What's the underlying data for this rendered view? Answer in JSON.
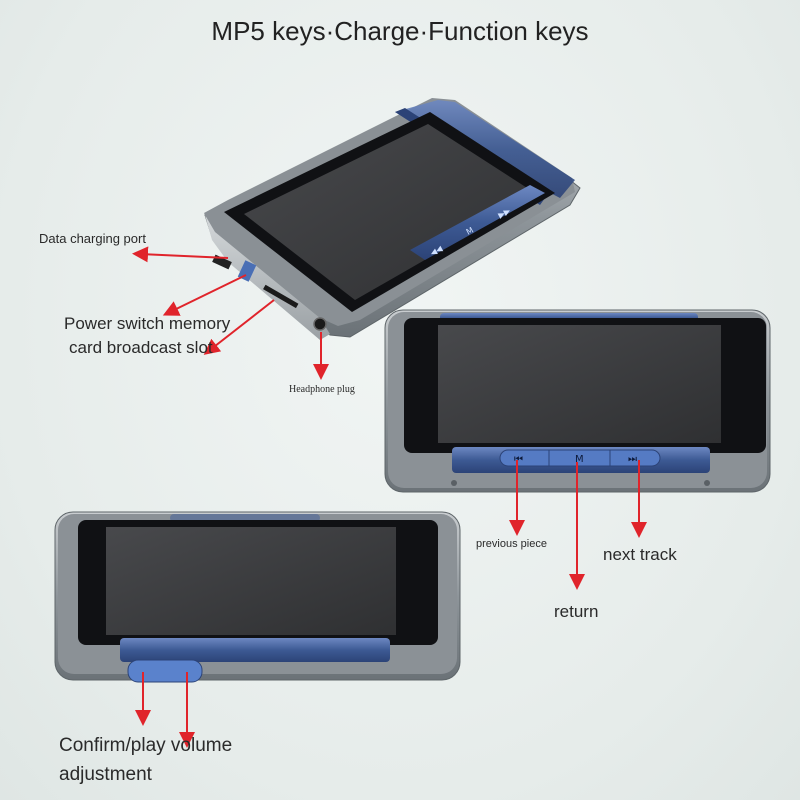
{
  "title": "MP5 keys·Charge·Function keys",
  "labels": {
    "data_charging_port": "Data charging port",
    "power_switch_line1": "Power switch memory",
    "power_switch_line2": "card broadcast slot",
    "headphone_plug": "Headphone plug",
    "previous_piece": "previous piece",
    "next_track": "next track",
    "return": "return",
    "confirm_line1": "Confirm/play volume",
    "confirm_line2": "adjustment"
  },
  "keys": {
    "prev": "⏮",
    "menu": "M",
    "next": "⏭"
  },
  "colors": {
    "body_silver": "#a9aeb2",
    "body_dark": "#6f767c",
    "trim_blue": "#3d5a94",
    "screen": "#3a3b3d",
    "bezel": "#101114",
    "arrow_red": "#e0242b"
  }
}
